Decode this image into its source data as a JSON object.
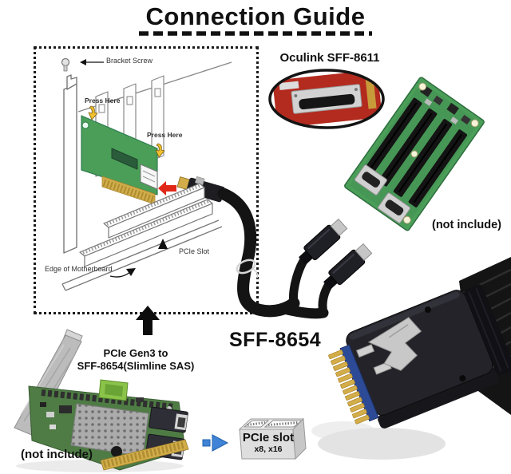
{
  "title": "Connection Guide",
  "installation_diagram": {
    "bracket_screw_label": "Bracket Screw",
    "press_here_label_top": "Press Here",
    "press_here_label_right": "Press Here",
    "pcie_slot_label": "PCIe Slot",
    "edge_of_motherboard_label": "Edge of Motherboard"
  },
  "oculink_callout": {
    "label": "Oculink SFF-8611"
  },
  "backplane": {
    "availability_note": "(not include)"
  },
  "cable": {
    "connector_label": "SFF-8654"
  },
  "adapter_card": {
    "title_line1": "PCIe Gen3 to",
    "title_line2": "SFF-8654(Slimline SAS)",
    "availability_note": "(not include)"
  },
  "pcie_slot_callout": {
    "line1": "PCIe slot",
    "line2": "x8, x16"
  },
  "colors": {
    "accent_red": "#e02818",
    "pcb_green": "#4a9e58",
    "arrow_blue": "#3f84d6",
    "cable_black": "#141414",
    "gold": "#d2ad49",
    "oculink_red": "#b32a1e"
  }
}
